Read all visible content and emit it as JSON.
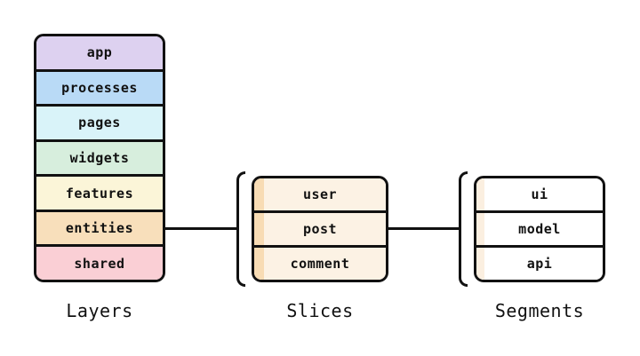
{
  "theme": {
    "stroke": "#111111",
    "background": "#ffffff"
  },
  "diagram": {
    "layers": {
      "caption": "Layers",
      "items": [
        {
          "label": "app",
          "color": "#ddd1f0"
        },
        {
          "label": "processes",
          "color": "#b9daf6"
        },
        {
          "label": "pages",
          "color": "#d9f3f9"
        },
        {
          "label": "widgets",
          "color": "#d7eedd"
        },
        {
          "label": "features",
          "color": "#fbf5d8"
        },
        {
          "label": "entities",
          "color": "#f8dfbb"
        },
        {
          "label": "shared",
          "color": "#facfd5"
        }
      ]
    },
    "slices": {
      "caption": "Slices",
      "row_color": "#fcf2e4",
      "stripe_color": "#f8dcb4",
      "items": [
        {
          "label": "user"
        },
        {
          "label": "post"
        },
        {
          "label": "comment"
        }
      ]
    },
    "segments": {
      "caption": "Segments",
      "row_color": "#ffffff",
      "stripe_color": "#fbefe0",
      "items": [
        {
          "label": "ui"
        },
        {
          "label": "model"
        },
        {
          "label": "api"
        }
      ]
    }
  }
}
